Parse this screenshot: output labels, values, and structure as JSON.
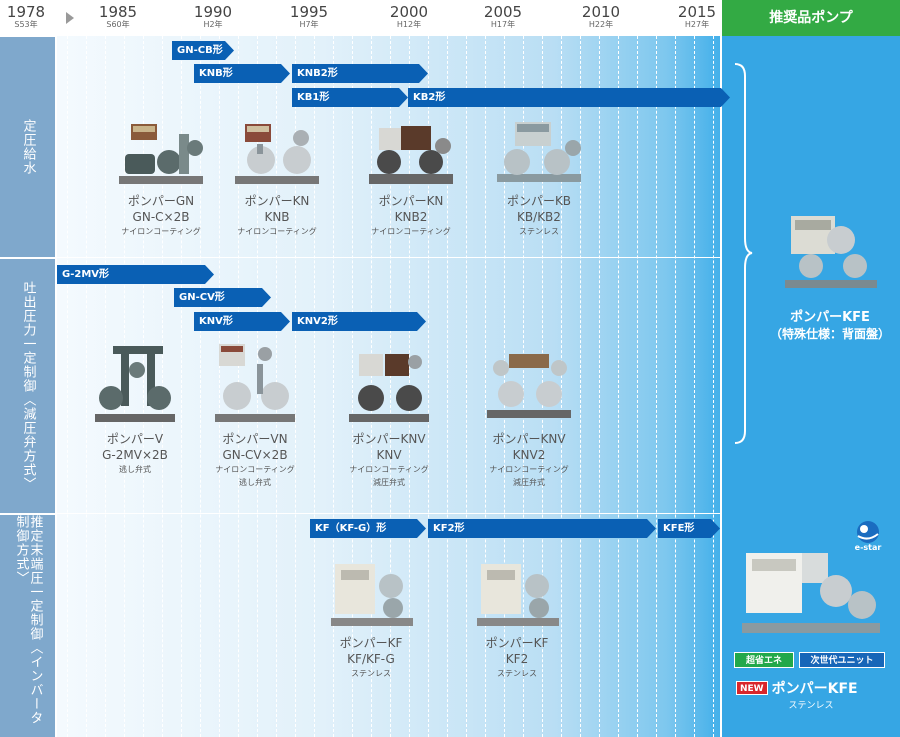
{
  "header": {
    "start_year": "1978",
    "start_era": "S53年",
    "years": [
      {
        "year": "1985",
        "era": "S60年"
      },
      {
        "year": "1990",
        "era": "H2年"
      },
      {
        "year": "1995",
        "era": "H7年"
      },
      {
        "year": "2000",
        "era": "H12年"
      },
      {
        "year": "2005",
        "era": "H17年"
      },
      {
        "year": "2010",
        "era": "H22年"
      },
      {
        "year": "2015",
        "era": "H27年"
      }
    ],
    "recommended_title": "推奨品ポンプ"
  },
  "categories": [
    {
      "label": "定圧給水"
    },
    {
      "label": "吐出圧力一定制御〈減圧弁方式〉"
    },
    {
      "label": "推定末端圧一定制御〈インバータ制御方式〉"
    }
  ],
  "arrows": [
    {
      "label": "GN-CB形"
    },
    {
      "label": "KNB形"
    },
    {
      "label": "KNB2形"
    },
    {
      "label": "KB1形"
    },
    {
      "label": "KB2形"
    },
    {
      "label": "G-2MV形"
    },
    {
      "label": "GN-CV形"
    },
    {
      "label": "KNV形"
    },
    {
      "label": "KNV2形"
    },
    {
      "label": "KF（KF-G）形"
    },
    {
      "label": "KF2形"
    },
    {
      "label": "KFE形"
    }
  ],
  "products": [
    {
      "name": "ポンパーGN",
      "model": "GN-C×2B",
      "note1": "ナイロンコーティング",
      "note2": ""
    },
    {
      "name": "ポンパーKN",
      "model": "KNB",
      "note1": "ナイロンコーティング",
      "note2": ""
    },
    {
      "name": "ポンパーKN",
      "model": "KNB2",
      "note1": "ナイロンコーティング",
      "note2": ""
    },
    {
      "name": "ポンパーKB",
      "model": "KB/KB2",
      "note1": "ステンレス",
      "note2": ""
    },
    {
      "name": "ポンパーV",
      "model": "G-2MV×2B",
      "note1": "逃し弁式",
      "note2": ""
    },
    {
      "name": "ポンパーVN",
      "model": "GN-CV×2B",
      "note1": "ナイロンコーティング",
      "note2": "逃し弁式"
    },
    {
      "name": "ポンパーKNV",
      "model": "KNV",
      "note1": "ナイロンコーティング",
      "note2": "減圧弁式"
    },
    {
      "name": "ポンパーKNV",
      "model": "KNV2",
      "note1": "ナイロンコーティング",
      "note2": "減圧弁式"
    },
    {
      "name": "ポンパーKF",
      "model": "KF/KF-G",
      "note1": "ステンレス",
      "note2": ""
    },
    {
      "name": "ポンパーKF",
      "model": "KF2",
      "note1": "ステンレス",
      "note2": ""
    }
  ],
  "recommended": {
    "top_name": "ポンパーKFE",
    "top_spec": "（特殊仕様：背面盤）",
    "badge_energy": "超省エネ",
    "badge_next": "次世代ユニット",
    "new_badge": "NEW",
    "bottom_name": "ポンパーKFE",
    "bottom_material": "ステンレス",
    "estar_logo_text": "e-star"
  },
  "colors": {
    "arrow": "#0a60b4",
    "category_bg": "#7fa8cc",
    "recommended_bg": "#36a6e4",
    "recommended_header": "#33aa44"
  }
}
